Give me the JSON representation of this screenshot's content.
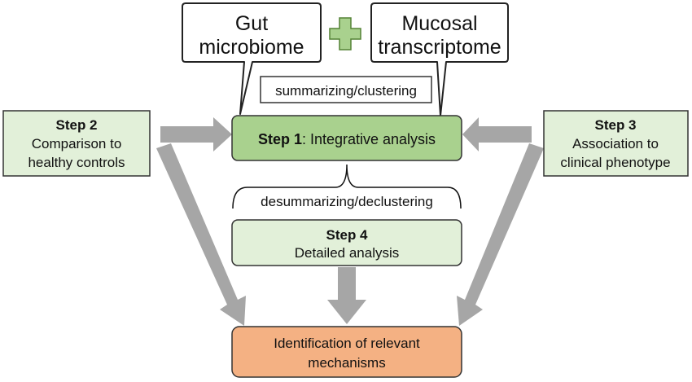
{
  "diagram": {
    "callouts": {
      "gut_line1": "Gut",
      "gut_line2": "microbiome",
      "mucosal_line1": "Mucosal",
      "mucosal_line2": "transcriptome"
    },
    "plus_symbol": "+",
    "summarizing_label": "summarizing/clustering",
    "desummarizing_label": "desummarizing/declustering",
    "step1": {
      "title": "Step 1",
      "text": ": Integrative analysis"
    },
    "step2": {
      "title": "Step 2",
      "line1": "Comparison to",
      "line2": "healthy controls"
    },
    "step3": {
      "title": "Step 3",
      "line1": "Association to",
      "line2": "clinical phenotype"
    },
    "step4": {
      "title": "Step 4",
      "line1": "Detailed analysis"
    },
    "result": {
      "line1": "Identification of relevant",
      "line2": "mechanisms"
    },
    "colors": {
      "green_box": "#a9d18e",
      "light_green_box": "#e2f0d9",
      "orange_box": "#f4b183",
      "arrow_gray": "#a6a6a6",
      "plus_green": "#a9d18e",
      "plus_stroke": "#548235",
      "outline": "#333333"
    }
  }
}
